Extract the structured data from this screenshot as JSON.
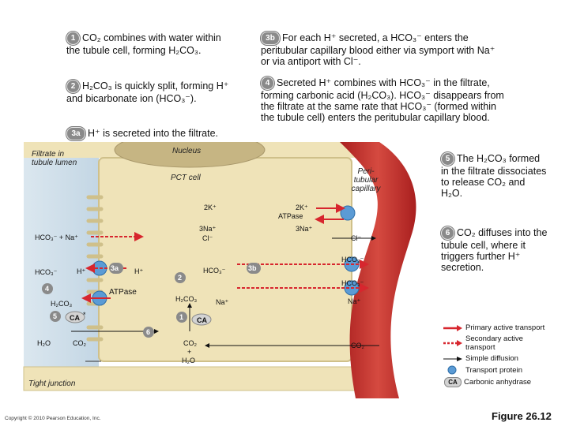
{
  "steps": {
    "s1": {
      "num": "1",
      "text": "CO₂ combines with water within the tubule cell, forming H₂CO₃."
    },
    "s2": {
      "num": "2",
      "text": "H₂CO₃ is quickly split, forming H⁺ and bicarbonate ion (HCO₃⁻)."
    },
    "s3a": {
      "num": "3a",
      "text": "H⁺ is secreted into the filtrate."
    },
    "s3b": {
      "num": "3b",
      "text": "For each H⁺ secreted, a HCO₃⁻ enters the peritubular capillary blood either via symport with Na⁺ or via antiport with Cl⁻."
    },
    "s4": {
      "num": "4",
      "text": "Secreted H⁺ combines with HCO₃⁻ in the filtrate, forming carbonic acid (H₂CO₃). HCO₃⁻ disappears from the filtrate at the same rate that HCO₃⁻ (formed within the tubule cell) enters the peritubular capillary blood."
    },
    "s5": {
      "num": "5",
      "text": "The H₂CO₃ formed in the filtrate dissociates to release CO₂ and H₂O."
    },
    "s6": {
      "num": "6",
      "text": "CO₂ diffuses into the tubule cell, where it triggers further H⁺ secretion."
    }
  },
  "diagram": {
    "filtrate_label": "Filtrate in tubule lumen",
    "nucleus_label": "Nucleus",
    "pct_label": "PCT cell",
    "capillary_label": "Peri-tubular capillary",
    "tight_junction_label": "Tight junction",
    "atpase_label": "ATPase",
    "ion_2k_left": "2K⁺",
    "ion_2k_right": "2K⁺",
    "ion_3na_left": "3Na⁺",
    "ion_3na_right": "3Na⁺",
    "ion_cl_cell": "Cl⁻",
    "ion_cl_cap": "Cl⁻",
    "lumen_hco3_na": "HCO₃⁻ + Na⁺",
    "lumen_hco3": "HCO₃⁻",
    "lumen_h": "H⁺",
    "lumen_h2co3": "H₂CO₃",
    "lumen_h2o": "H₂O",
    "lumen_co2": "CO₂",
    "cell_h": "H⁺",
    "cell_hco3": "HCO₃⁻",
    "cell_h2co3": "H₂CO₃",
    "cell_na": "Na⁺",
    "cell_co2": "CO₂",
    "cell_plus": "+",
    "cell_h2o": "H₂O",
    "cap_hco3_top": "HCO₃⁻",
    "cap_hco3_bot": "HCO₃⁻",
    "cap_na": "Na⁺",
    "cap_co2": "CO₂",
    "ca_label": "CA",
    "ca_star": "*",
    "atpase_cell_label": "ATPase"
  },
  "legend": {
    "primary": "Primary active transport",
    "secondary": "Secondary active transport",
    "diffusion": "Simple diffusion",
    "protein": "Transport protein",
    "ca": "Carbonic anhydrase",
    "ca_badge": "CA"
  },
  "footer": {
    "copyright": "Copyright © 2010 Pearson Education, Inc.",
    "figure": "Figure 26.12"
  },
  "colors": {
    "primary_active": "#d7262e",
    "capillary": "#c8322f",
    "cell": "#efe3b8",
    "cell_border": "#cfc08a",
    "lumen": "#c8d9e6",
    "protein": "#5b9bd5"
  }
}
